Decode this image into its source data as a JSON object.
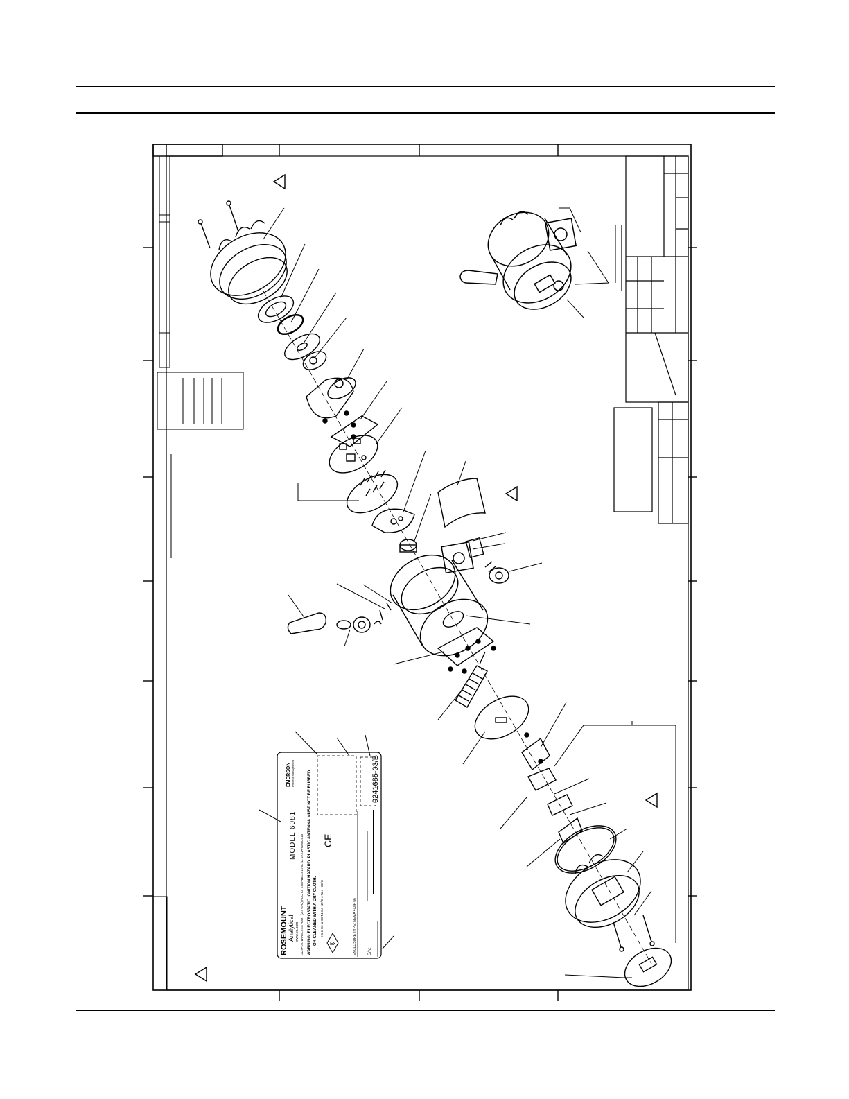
{
  "label": {
    "brand_line1": "ROSEMOUNT",
    "brand_line2": "Analytical",
    "brand_small": "www.ea.com",
    "model": "MODEL 6081",
    "emerson": "EMERSON",
    "emerson_sub": "Process Management",
    "output_line": "OUTPUT: WIRELESS HART (2.4 GHz) FCC ID: KNOWBZ2510 IC ID: 2731A-RMD2510",
    "warning_line1": "WARNING:  ELECTROSTATIC IGNITION HAZARD. PLASTIC ANTENNA MUST NOT BE RUBBED",
    "warning_line2": "OR CLEANED WITH A DRY CLOTH.",
    "enclosure": "ENCLOSURE TYPE: NEMA 4X/IP 66",
    "sn": "S/N:",
    "dwg_number": "9241685-03/B",
    "cert_block": "II 1 G  Ex ia IIC T4 Ga -40°C ≤ Ta ≤ +60°C"
  },
  "colors": {
    "line": "#000000",
    "background": "#ffffff"
  },
  "icons": {
    "revision": "revision-triangle-icon",
    "ex": "ex-mark-icon",
    "ce": "ce-mark-icon"
  }
}
